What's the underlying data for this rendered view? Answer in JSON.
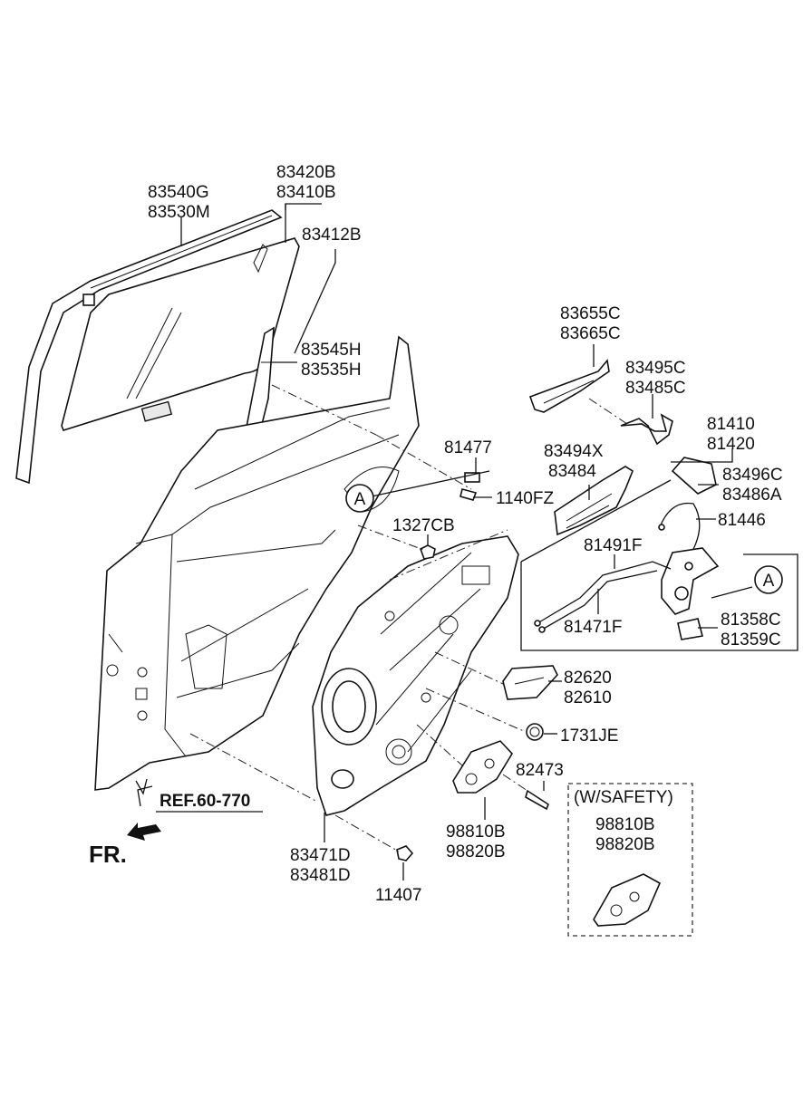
{
  "labels": {
    "l_83540G": "83540G",
    "l_83530M": "83530M",
    "l_83420B": "83420B",
    "l_83410B": "83410B",
    "l_83412B": "83412B",
    "l_83545H": "83545H",
    "l_83535H": "83535H",
    "l_83655C": "83655C",
    "l_83665C": "83665C",
    "l_83495C": "83495C",
    "l_83485C": "83485C",
    "l_81410": "81410",
    "l_81420": "81420",
    "l_81477": "81477",
    "l_1140FZ": "1140FZ",
    "l_83494X": "83494X",
    "l_83484": "83484",
    "l_83496C": "83496C",
    "l_83486A": "83486A",
    "l_81446": "81446",
    "l_1327CB": "1327CB",
    "l_81491F": "81491F",
    "l_81471F": "81471F",
    "l_81358C": "81358C",
    "l_81359C": "81359C",
    "l_82620": "82620",
    "l_82610": "82610",
    "l_1731JE": "1731JE",
    "l_82473": "82473",
    "l_98810B_a": "98810B",
    "l_98820B_a": "98820B",
    "l_98810B_b": "98810B",
    "l_98820B_b": "98820B",
    "l_83471D": "83471D",
    "l_83481D": "83481D",
    "l_11407": "11407",
    "ref": "REF.60-770",
    "fr": "FR.",
    "safety": "(W/SAFETY)",
    "callout_a1": "A",
    "callout_a2": "A"
  }
}
